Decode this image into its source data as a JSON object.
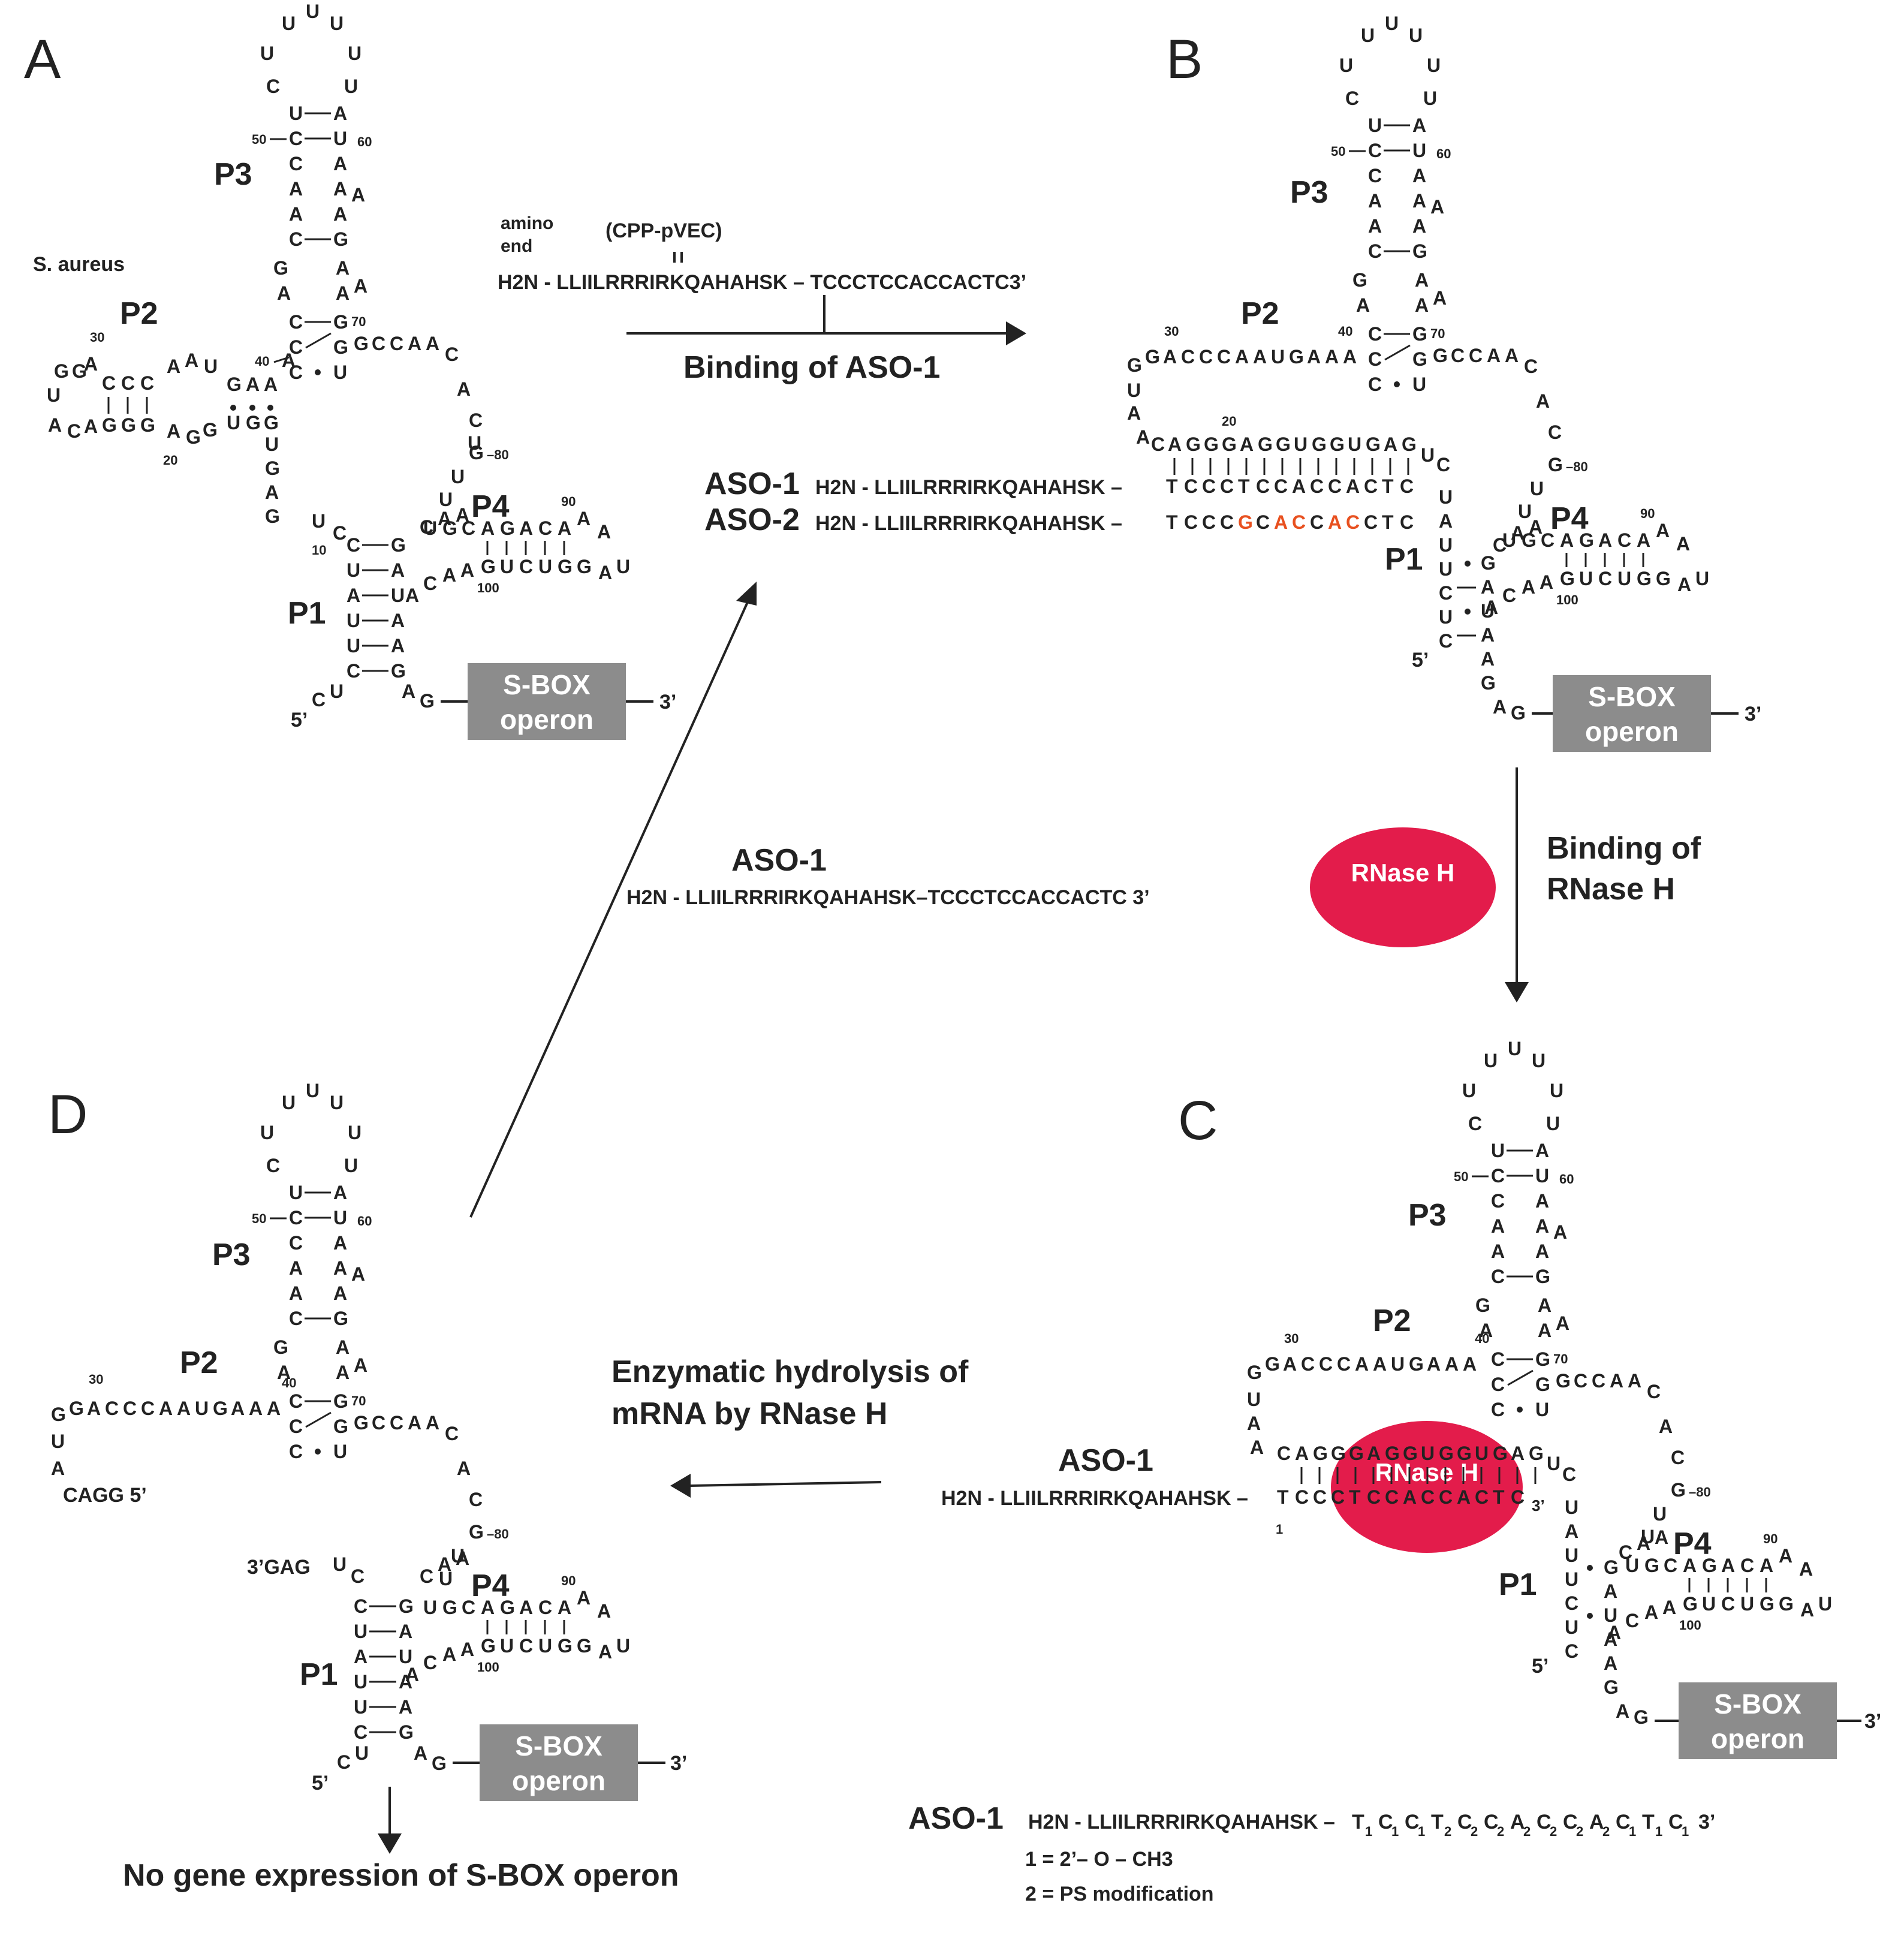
{
  "panels": {
    "a": "A",
    "b": "B",
    "c": "C",
    "d": "D"
  },
  "organism": "S. aureus",
  "stems": {
    "p1": "P1",
    "p2": "P2",
    "p3": "P3",
    "p4": "P4"
  },
  "numbers": {
    "n1": "1",
    "n10": "10",
    "n20": "20",
    "n30": "30",
    "n40": "40",
    "n50": "50",
    "n60": "60",
    "n70": "70",
    "n80": "80",
    "n90": "90",
    "n100": "100"
  },
  "ends": {
    "five": "5’",
    "three": "3’"
  },
  "sbox": {
    "line1": "S-BOX",
    "line2": "operon"
  },
  "rnase": "RNase H",
  "arrows": {
    "binding_aso1": "Binding of ASO-1",
    "binding_rnase_1": "Binding of",
    "binding_rnase_2": "RNase H",
    "hydrolysis_1": "Enzymatic hydrolysis of",
    "hydrolysis_2": "mRNA by RNase H"
  },
  "conjugate": {
    "amino": "amino",
    "end": "end",
    "cpp": "(CPP-pVEC)",
    "aso1_full": "H2N - LLIILRRRIRKQAHAHSK – TCCCTCCACCACTC3’"
  },
  "aso1_label": "ASO-1",
  "aso2_label": "ASO-2",
  "peptide": "H2N - LLIILRRRIRKQAHAHSK",
  "aso1_seq": "TCCCTCCACCACTC",
  "aso2_seq_parts": [
    "TCCC",
    "G",
    "C",
    "AC",
    "C",
    "AC",
    "CTC"
  ],
  "mid_aso1": "H2N - LLIILRRRIRKQAHAHSK–TCCCTCCACCACTC 3’",
  "d_cleaved": {
    "frag5": "CAGG 5’",
    "frag3": "3’GAG"
  },
  "no_expression": "No gene expression of S-BOX operon",
  "legend": {
    "label": "ASO-1",
    "prefix": "H2N - LLIILRRRIRKQAHAHSK –",
    "bases": [
      "T",
      "C",
      "C",
      "T",
      "C",
      "C",
      "A",
      "C",
      "C",
      "A",
      "C",
      "T",
      "C"
    ],
    "subs": [
      "1",
      "1",
      "1",
      "2",
      "2",
      "2",
      "2",
      "2",
      "2",
      "2",
      "1",
      "1",
      "1"
    ],
    "suffix": "3’",
    "note1": "1 = 2’– O – CH3",
    "note2": "2 = PS modification"
  },
  "colors": {
    "ink": "#222222",
    "highlight": "#e8501f",
    "rnase": "#e31c4b",
    "box": "#8c8c8c"
  }
}
